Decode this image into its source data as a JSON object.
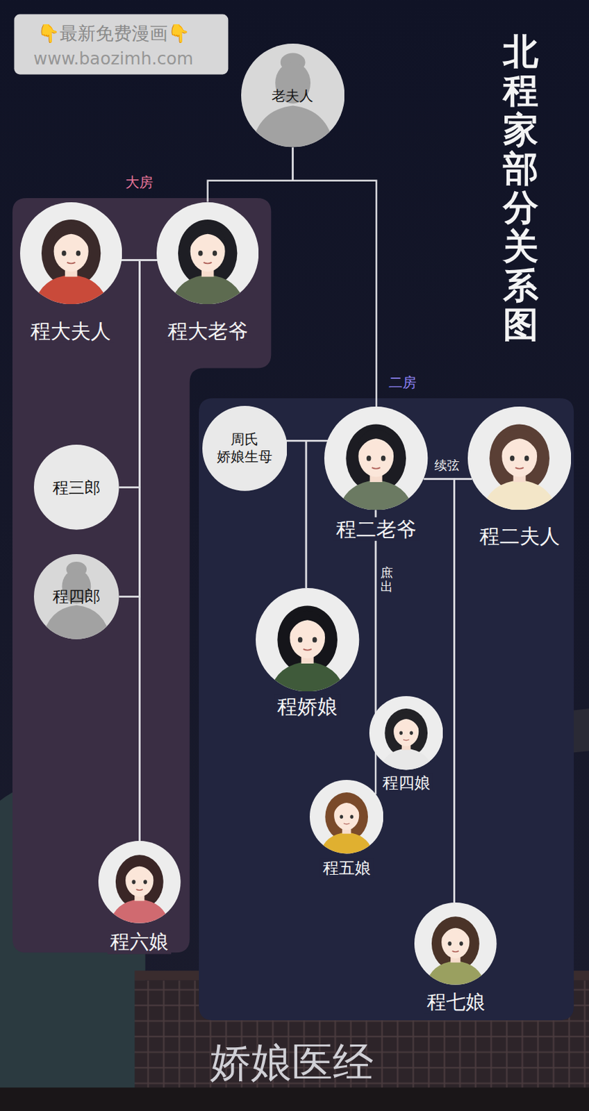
{
  "diagram": {
    "title": "北程家部分关系图",
    "nodes": [
      {
        "text": [
          "老夫人"
        ]
      },
      {
        "text": [
          "大房"
        ]
      },
      {
        "text": [
          "程大夫人"
        ],
        "in": 1
      },
      {
        "text": [
          "程大老爷"
        ],
        "in": 1
      },
      {
        "text": [
          "二房"
        ]
      },
      {
        "text": [
          "周氏 娇娘生母"
        ],
        "in": 4
      },
      {
        "text": [
          "程二老爷"
        ],
        "in": 4
      },
      {
        "text": [
          "程二夫人"
        ],
        "in": 4
      },
      {
        "text": [
          "程三郎"
        ],
        "in": 1
      },
      {
        "text": [
          "程四郎"
        ],
        "in": 1
      },
      {
        "text": [
          "程娇娘"
        ],
        "in": 4
      },
      {
        "text": [
          "程四娘"
        ],
        "in": 4
      },
      {
        "text": [
          "程五娘"
        ],
        "in": 4
      },
      {
        "text": [
          "程六娘"
        ],
        "in": 1
      },
      {
        "text": [
          "程七娘"
        ],
        "in": 4
      }
    ],
    "edges": [
      {
        "from": 0,
        "to": 3,
        "arrow": "none"
      },
      {
        "from": 0,
        "to": 6,
        "arrow": "none"
      },
      {
        "from": 2,
        "to": 3,
        "arrow": "none"
      },
      {
        "from": 2,
        "to": 8,
        "arrow": "none"
      },
      {
        "from": 3,
        "to": 8,
        "arrow": "none"
      },
      {
        "from": 2,
        "to": 9,
        "arrow": "none"
      },
      {
        "from": 3,
        "to": 9,
        "arrow": "none"
      },
      {
        "from": 2,
        "to": 13,
        "arrow": "none"
      },
      {
        "from": 3,
        "to": 13,
        "arrow": "none"
      },
      {
        "from": 5,
        "to": 6,
        "arrow": "none"
      },
      {
        "from": 5,
        "to": 10,
        "arrow": "none"
      },
      {
        "from": 6,
        "to": 10,
        "arrow": "none"
      },
      {
        "from": 6,
        "to": 7,
        "label": "续弦",
        "arrow": "none"
      },
      {
        "from": 6,
        "to": 14,
        "arrow": "none"
      },
      {
        "from": 7,
        "to": 14,
        "arrow": "none"
      },
      {
        "from": 6,
        "to": 11,
        "label": "庶出",
        "arrow": "none"
      },
      {
        "from": 6,
        "to": 12,
        "arrow": "none"
      }
    ],
    "labels": [
      "👇最新免费漫画👇",
      "www.baozimh.com",
      "娇娘医经"
    ]
  }
}
